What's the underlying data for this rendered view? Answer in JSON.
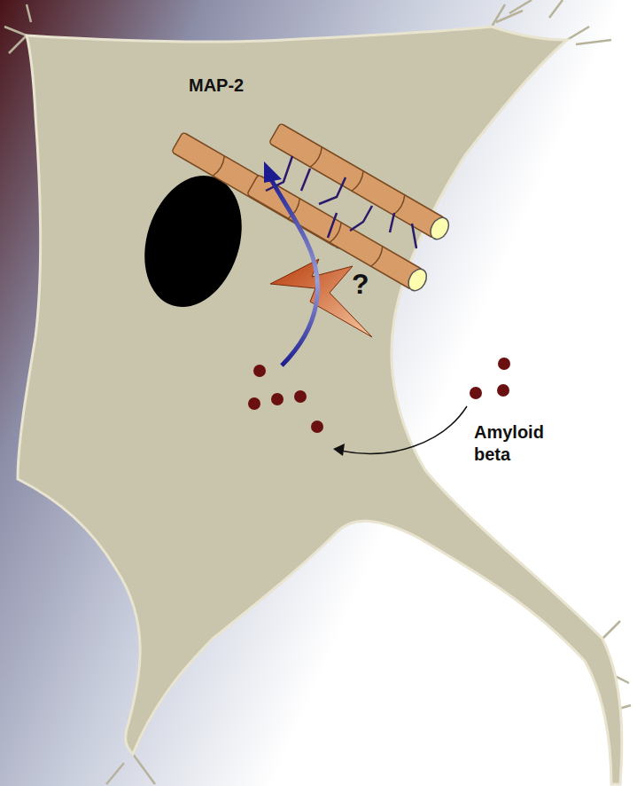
{
  "diagram": {
    "labels": [
      "MAP-2",
      "?",
      "Amyloid beta"
    ]
  }
}
